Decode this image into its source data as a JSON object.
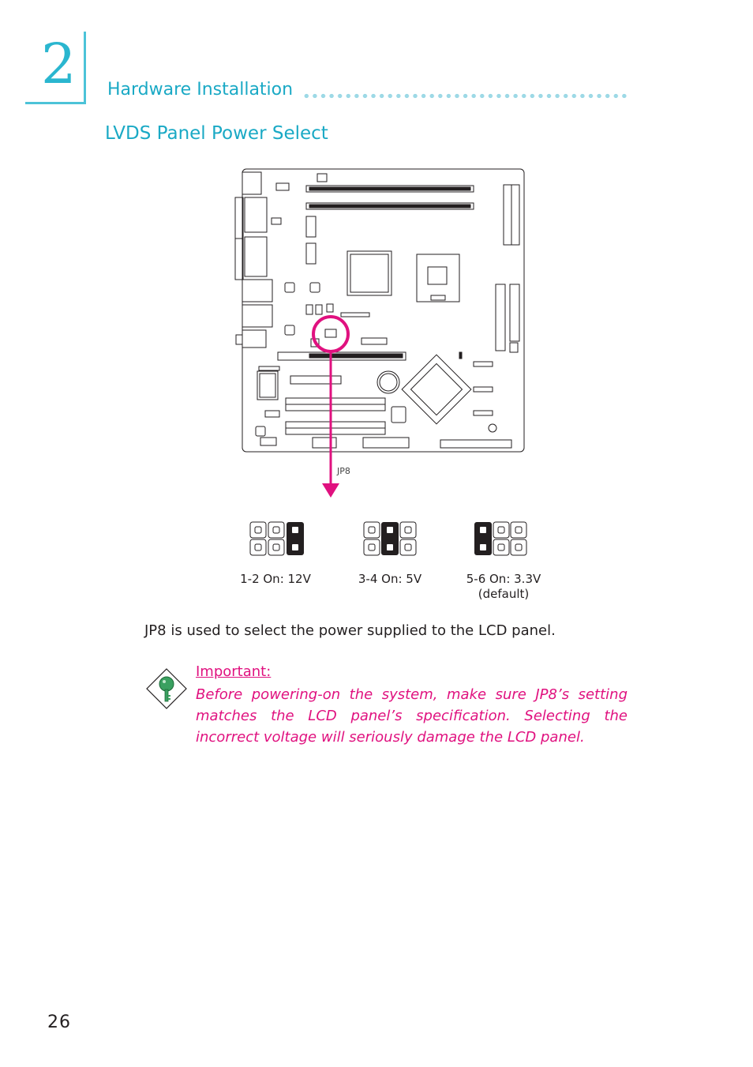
{
  "header": {
    "chapter_number": "2",
    "section_title": "Hardware Installation"
  },
  "subsection_title": "LVDS Panel Power Select",
  "diagram": {
    "callout_label": "JP8",
    "highlight_color": "#e0117f",
    "board_line_color": "#231f20"
  },
  "jumpers": [
    {
      "caption": "1-2  On:  12V",
      "caption_line2": "",
      "closed_pins": "1-2"
    },
    {
      "caption": "3-4  On:  5V",
      "caption_line2": "",
      "closed_pins": "3-4"
    },
    {
      "caption": "5-6  On:  3.3V",
      "caption_line2": "(default)",
      "closed_pins": "5-6"
    }
  ],
  "body_text": "JP8 is used to select the power supplied to the LCD panel.",
  "important": {
    "label": "Important:",
    "text": "Before powering-on the system, make sure JP8’s setting matches the LCD panel’s specification. Selecting the incorrect voltage will seriously damage the LCD panel.",
    "icon": "key-icon",
    "color": "#e0117f"
  },
  "page_number": "26",
  "colors": {
    "accent": "#1aa9c5",
    "dots": "#9dd9e6",
    "important": "#e0117f"
  }
}
